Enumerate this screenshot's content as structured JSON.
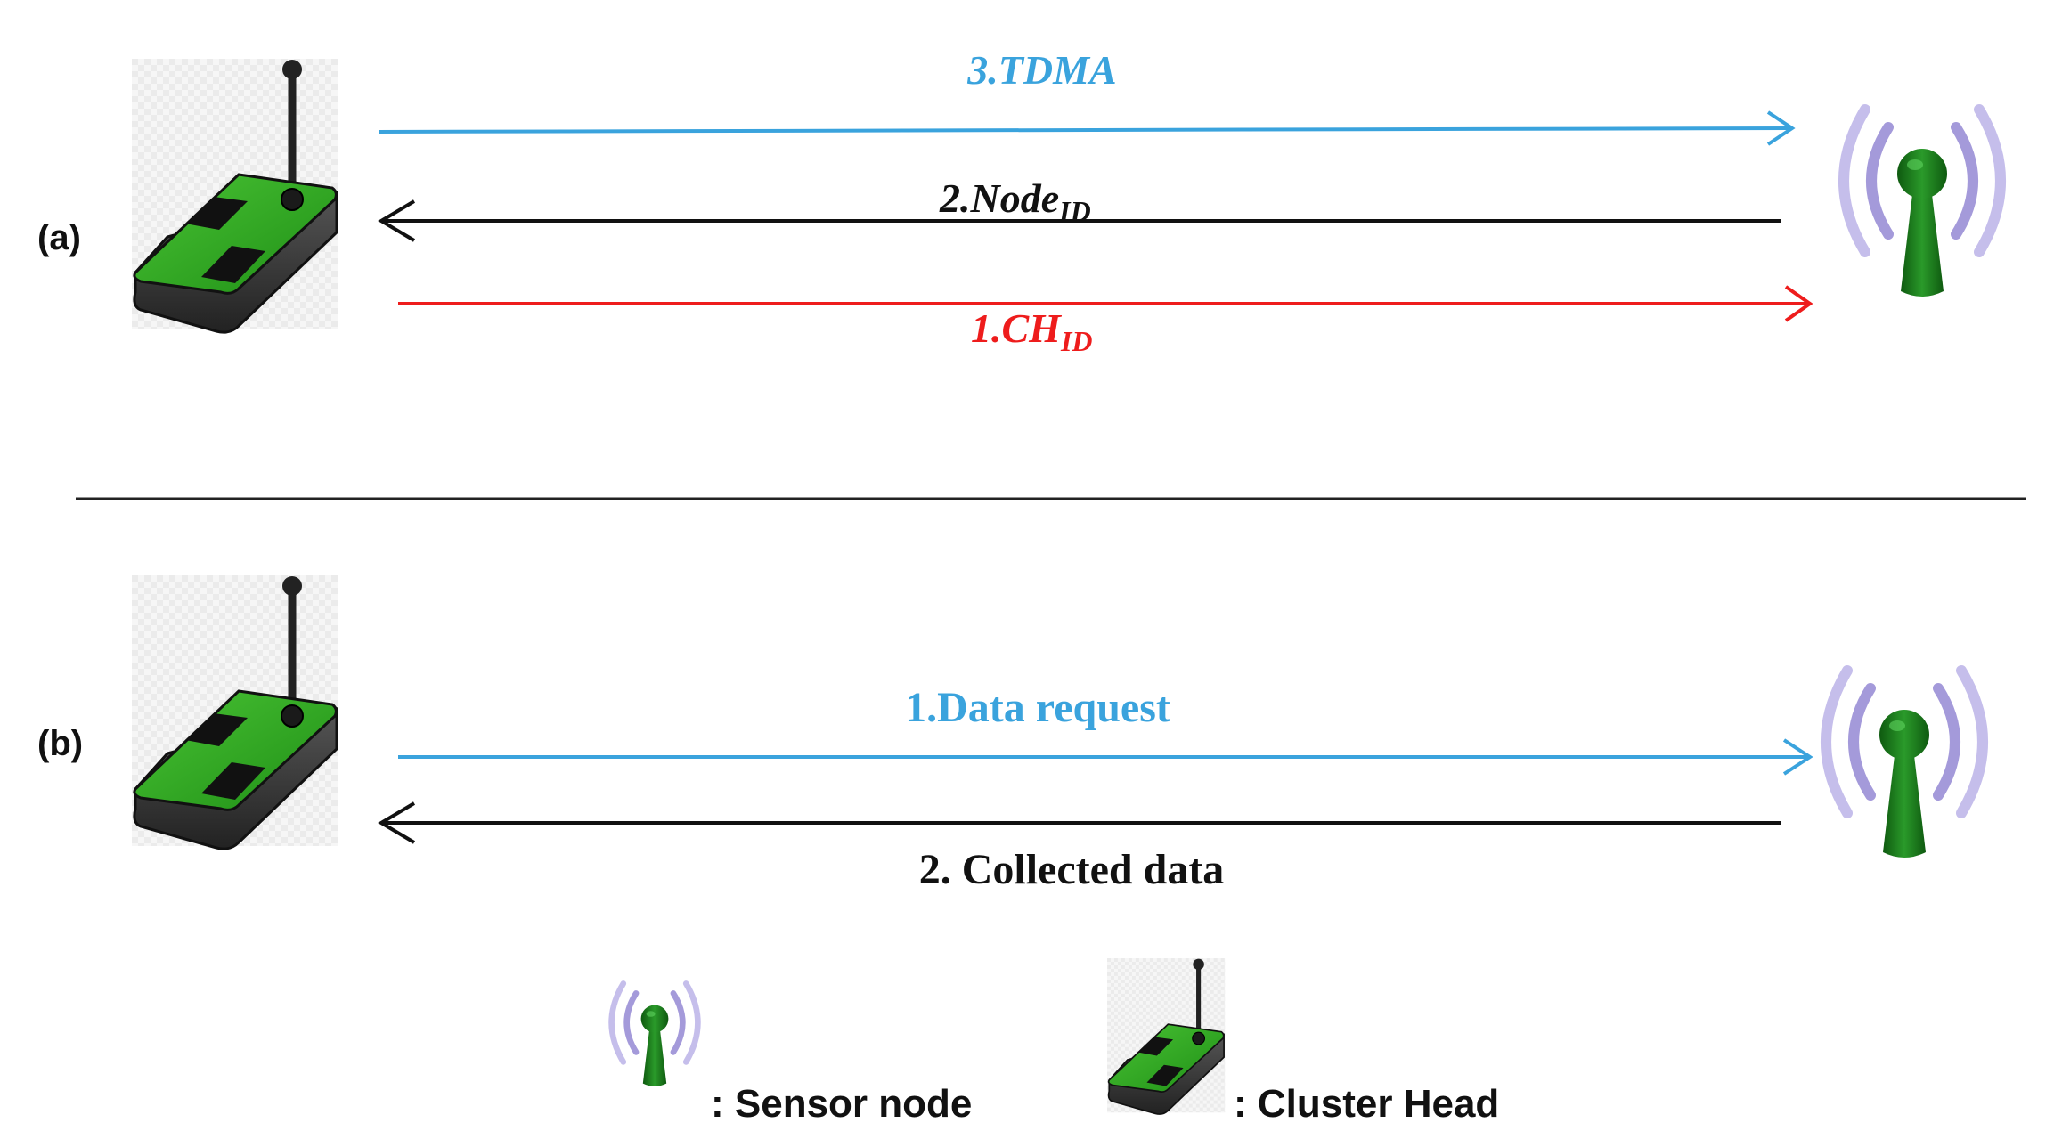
{
  "colors": {
    "blue": "#3aa3dd",
    "black": "#111111",
    "red": "#ee1c1c",
    "board_green": "#2fae1f",
    "base_gray": "#3a3a3a",
    "tower_green": "#1f7a1f",
    "wave_purple": "#9a8fd6"
  },
  "panel_a": {
    "label": "(a)",
    "messages": [
      {
        "num": "3.",
        "text": "TDMA",
        "sub": "",
        "color": "blue",
        "direction": "right"
      },
      {
        "num": "2.",
        "text": "Node",
        "sub": "ID",
        "color": "black",
        "direction": "left"
      },
      {
        "num": "1.",
        "text": "CH",
        "sub": "ID",
        "color": "red",
        "direction": "right"
      }
    ]
  },
  "panel_b": {
    "label": "(b)",
    "messages": [
      {
        "text": "1.Data request",
        "color": "blue",
        "direction": "right"
      },
      {
        "text": "2. Collected data",
        "color": "black",
        "direction": "left"
      }
    ]
  },
  "legend": {
    "sensor_node": ":  Sensor node",
    "cluster_head": ":  Cluster Head"
  },
  "icons": {
    "sensor_node": "antenna-tower-icon",
    "cluster_head": "sensor-board-icon"
  }
}
